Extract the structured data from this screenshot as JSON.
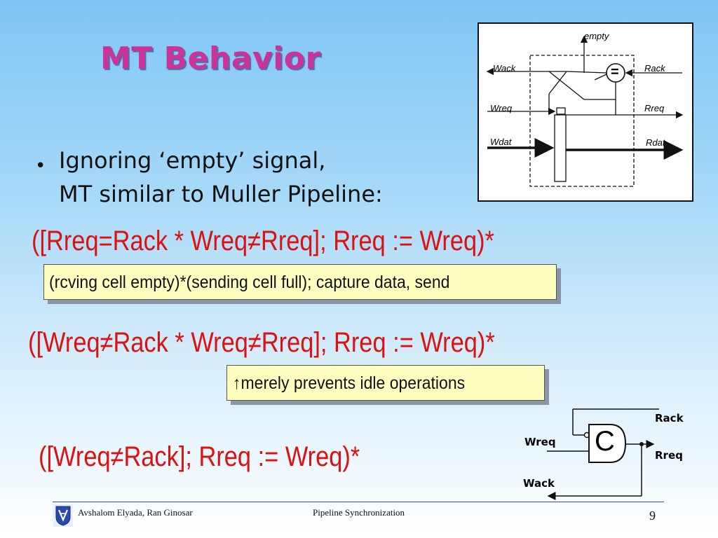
{
  "slide": {
    "title": "MT Behavior",
    "bullet_line1": "Ignoring ‘empty’ signal,",
    "bullet_line2": "MT similar to Muller Pipeline:",
    "formula1": "([Rreq=Rack  *  Wreq≠Rreq];  Rreq := Wreq)*",
    "note1": "(rcving cell empty)*(sending cell full); capture data, send",
    "formula2": "([Wreq≠Rack  *  Wreq≠Rreq];  Rreq := Wreq)*",
    "note2_arrow": "↑",
    "note2": "merely prevents idle operations",
    "formula3": "([Wreq≠Rack];  Rreq := Wreq)*"
  },
  "top_diagram": {
    "labels": {
      "empty": "empty",
      "wack": "Wack",
      "rack": "Rack",
      "wreq": "Wreq",
      "rreq": "Rreq",
      "wdat": "Wdat",
      "rdat": "Rdat",
      "comparator": "="
    }
  },
  "c_element": {
    "gate": "C",
    "rack": "Rack",
    "wreq": "Wreq",
    "rreq": "Rreq",
    "wack": "Wack"
  },
  "footer": {
    "authors": "Avshalom Elyada, Ran Ginosar",
    "topic": "Pipeline Synchronization",
    "page": "9"
  },
  "colors": {
    "title": "#cc3399",
    "formula": "#dd1111",
    "note_bg": "#ffffc0"
  }
}
